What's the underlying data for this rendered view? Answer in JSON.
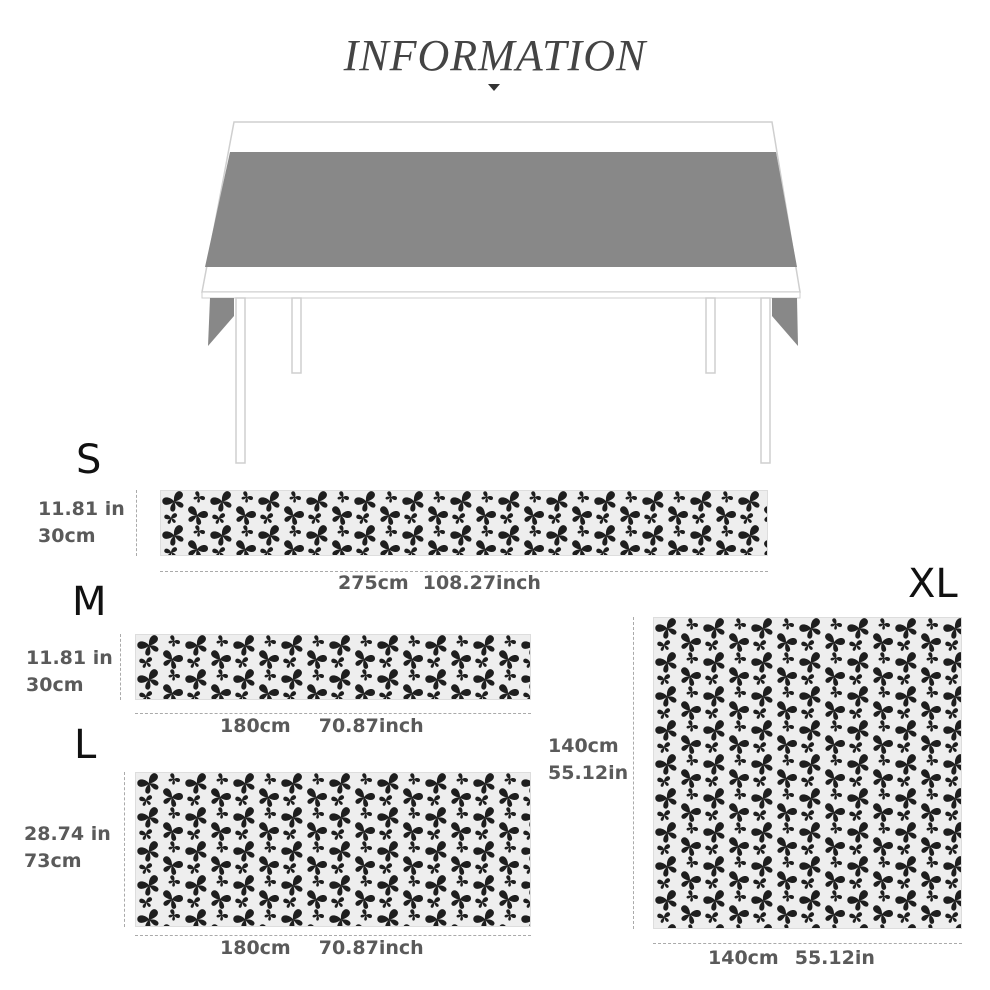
{
  "header": {
    "title": "INFORMATION"
  },
  "pattern": {
    "background": "#eeeeee",
    "butterfly_color": "#1e1e1e"
  },
  "sizes": [
    {
      "id": "S",
      "label": "S",
      "width_cm": "275cm",
      "width_in": "108.27inch",
      "height_in": "11.81 in",
      "height_cm": "30cm"
    },
    {
      "id": "M",
      "label": "M",
      "width_cm": "180cm",
      "width_in": "70.87inch",
      "height_in": "11.81 in",
      "height_cm": "30cm"
    },
    {
      "id": "L",
      "label": "L",
      "width_cm": "180cm",
      "width_in": "70.87inch",
      "height_in": "28.74 in",
      "height_cm": "73cm"
    },
    {
      "id": "XL",
      "label": "XL",
      "width_cm": "140cm",
      "width_in": "55.12in",
      "height_cm": "140cm",
      "height_in": "55.12in"
    }
  ]
}
